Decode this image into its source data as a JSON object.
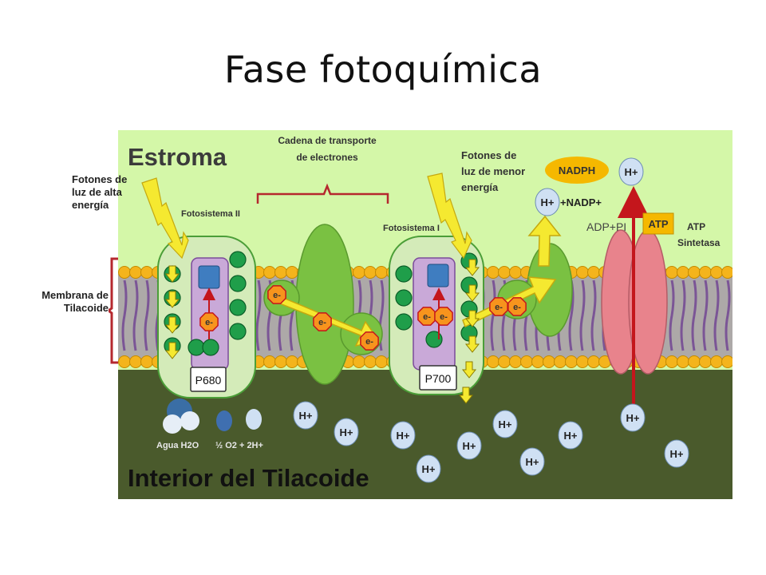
{
  "slide": {
    "title": "Fase fotoquímica"
  },
  "regions": {
    "stroma": "Estroma",
    "interior": "Interior del Tilacoide"
  },
  "labels": {
    "high_energy_photons": [
      "Fotones de",
      "luz de alta",
      "energía"
    ],
    "membrane": [
      "Membrana de",
      "Tilacoide"
    ],
    "transport_chain": [
      "Cadena de transporte",
      "de electrones"
    ],
    "low_energy_photons": [
      "Fotones de",
      "luz de menor",
      "energía"
    ],
    "photosystem_2": "Fotosistema II",
    "photosystem_1": "Fotosistema I",
    "p680": "P680",
    "p700": "P700",
    "nadph": "NADPH",
    "h_plus": "H+",
    "nadp_plus": "+NADP+",
    "adp_pi": "ADP+PI",
    "atp": "ATP",
    "atp_synthase": [
      "ATP",
      "Sintetasa"
    ],
    "water": "Agua H2O",
    "oxygen": "½ O2 + 2H+",
    "electron": "e-"
  },
  "colors": {
    "stroma_bg": "#d4f7a8",
    "interior_bg": "#4a5a2c",
    "membrane_head": "#f4b41c",
    "membrane_tail": "#7b5596",
    "photosystem_fill": "#c9e6a8",
    "complex_green": "#7ac142",
    "electron_orange": "#f7941d",
    "arrow_yellow": "#f5e930",
    "atp_synthase": "#e8838c",
    "proton_blue": "#cfe0f3",
    "bracket_red": "#b5282e",
    "nadph_yellow": "#f5b800"
  }
}
